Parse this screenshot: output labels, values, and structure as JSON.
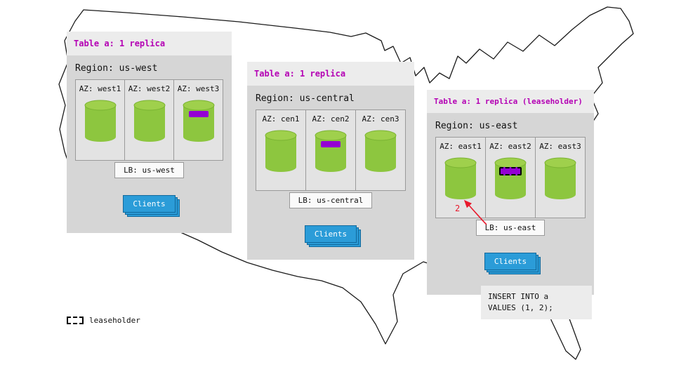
{
  "legend": {
    "label": "leaseholder"
  },
  "sql": {
    "line1": "INSERT INTO a",
    "line2": "VALUES (1, 2);"
  },
  "arrow_label": "2",
  "panels": [
    {
      "title": "Table a: 1 replica",
      "region": "Region: us-west",
      "azs": [
        {
          "label": "AZ: west1",
          "replica": false,
          "leaseholder": false
        },
        {
          "label": "AZ: west2",
          "replica": false,
          "leaseholder": false
        },
        {
          "label": "AZ: west3",
          "replica": true,
          "leaseholder": false
        }
      ],
      "lb": "LB: us-west",
      "clients": "Clients"
    },
    {
      "title": "Table a: 1 replica",
      "region": "Region: us-central",
      "azs": [
        {
          "label": "AZ: cen1",
          "replica": false,
          "leaseholder": false
        },
        {
          "label": "AZ: cen2",
          "replica": true,
          "leaseholder": false
        },
        {
          "label": "AZ: cen3",
          "replica": false,
          "leaseholder": false
        }
      ],
      "lb": "LB: us-central",
      "clients": "Clients"
    },
    {
      "title": "Table a: 1 replica (leaseholder)",
      "region": "Region: us-east",
      "azs": [
        {
          "label": "AZ: east1",
          "replica": false,
          "leaseholder": false
        },
        {
          "label": "AZ: east2",
          "replica": true,
          "leaseholder": true
        },
        {
          "label": "AZ: east3",
          "replica": false,
          "leaseholder": false
        }
      ],
      "lb": "LB: us-east",
      "clients": "Clients"
    }
  ],
  "colors": {
    "title_text": "#b400b4",
    "cylinder_green": "#8dc63f",
    "replica_purple": "#9400d3",
    "clients_blue": "#2b9cd8",
    "arrow_red": "#e8192c"
  }
}
